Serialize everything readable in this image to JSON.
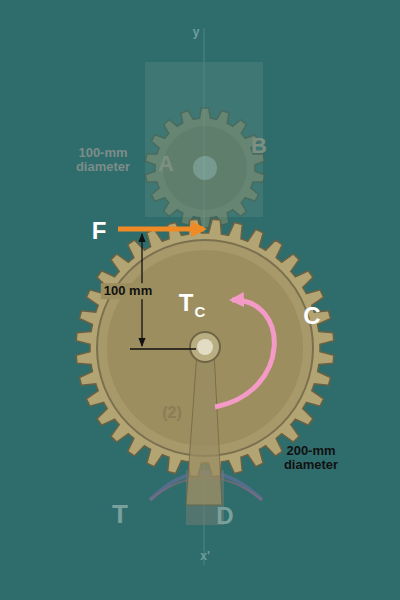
{
  "diagram": {
    "labels": [
      "y",
      "100-mm diameter",
      "A",
      "B",
      "F",
      "100 mm",
      "T",
      "C",
      "C",
      "(2)",
      "200-mm diameter",
      "T",
      "D",
      "x'"
    ]
  }
}
